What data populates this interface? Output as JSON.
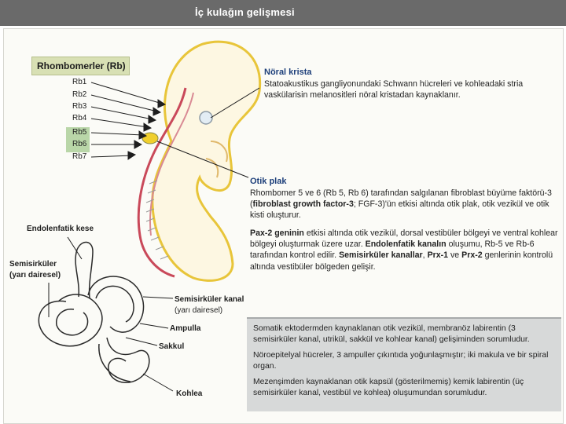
{
  "header": {
    "title": "İç kulağın gelişmesi"
  },
  "rhombomeres": {
    "tag": "Rhombomerler (Rb)",
    "items": [
      "Rb1",
      "Rb2",
      "Rb3",
      "Rb4",
      "Rb5",
      "Rb6",
      "Rb7"
    ]
  },
  "neural_crest": {
    "heading": "Nöral krista",
    "text": "Statoakustikus gangliyonundaki Schwann hücreleri ve kohleadaki stria vaskülarisin melanositleri nöral kristadan kaynaklanır."
  },
  "otic_placode": {
    "heading": "Otik plak",
    "p1_a": "Rhombomer 5 ve 6 (Rb 5, Rb 6) tarafından salgılanan fibroblast büyüme faktörü-3 (",
    "p1_b": "fibroblast growth factor-3",
    "p1_c": "; FGF-3)'ün etkisi altında otik plak, otik vezikül ve otik kisti oluşturur.",
    "p2_a": "Pax-2 geninin",
    "p2_b": " etkisi altında otik vezikül, dorsal vestibüler bölgeyi ve ventral kohlear bölgeyi oluşturmak üzere uzar. ",
    "p2_c": "Endolenfatik kanalın",
    "p2_d": " oluşumu, Rb-5 ve Rb-6 tarafından kontrol edilir. ",
    "p2_e": "Semisirküler kanallar",
    "p2_f": ", ",
    "p2_g": "Prx-1",
    "p2_h": " ve ",
    "p2_i": "Prx-2",
    "p2_j": " genlerinin kontrolü altında vestibüler bölgeden gelişir."
  },
  "labels": {
    "endolymphatic": "Endolenfatik kese",
    "semicircular_left_1": "Semisirküler",
    "semicircular_left_2": "(yarı dairesel)",
    "semicircular_canal_1": "Semisirküler kanal",
    "semicircular_canal_2": "(yarı dairesel)",
    "ampulla": "Ampulla",
    "saccule": "Sakkul",
    "cochlea": "Kohlea"
  },
  "summary": {
    "p1": "Somatik ektodermden kaynaklanan otik vezikül, membranöz labirentin (3 semisirküler kanal, utrikül, sakkül ve kohlear kanal) gelişiminden sorumludur.",
    "p2": "Nöroepitelyal hücreler, 3 ampuller çıkıntıda yoğunlaşmıştır; iki makula ve bir spiral organ.",
    "p3": "Mezenşimden kaynaklanan otik kapsül (gösterilmemiş) kemik labirentin (üç semisirküler kanal, vestibül ve kohlea) oluşumundan sorumludur."
  },
  "colors": {
    "header": "#6a6a6a",
    "heading": "#1d3f7a",
    "embryo_outline": "#e8c53a",
    "neural_tube": "#c9495a",
    "rb_highlight": "#b9d6a8",
    "summary_bg": "#d7d9d9"
  }
}
